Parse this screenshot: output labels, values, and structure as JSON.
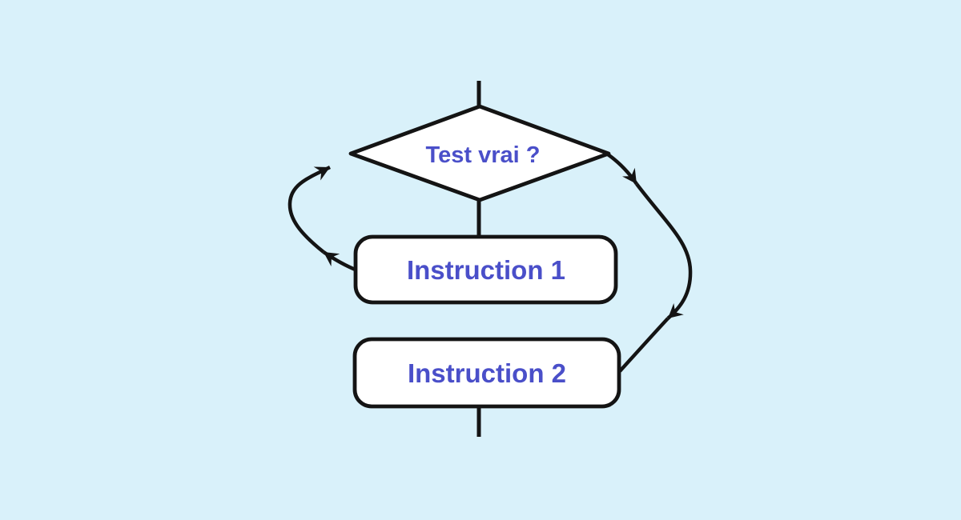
{
  "diagram": {
    "type": "flowchart",
    "language": "fr",
    "nodes": {
      "decision": {
        "label": "Test vrai ?",
        "shape": "diamond"
      },
      "instruction1": {
        "label": "Instruction 1",
        "shape": "rounded-rect"
      },
      "instruction2": {
        "label": "Instruction 2",
        "shape": "rounded-rect"
      }
    },
    "edges": [
      {
        "from": "entry",
        "to": "decision",
        "style": "straight-vertical"
      },
      {
        "from": "decision",
        "to": "instruction1",
        "style": "straight-vertical"
      },
      {
        "from": "instruction1",
        "to": "decision",
        "style": "curved-left-loop-back",
        "arrowheads": 2
      },
      {
        "from": "decision",
        "to": "instruction2",
        "style": "curved-right-bypass",
        "arrowheads": 2
      },
      {
        "from": "instruction2",
        "to": "exit",
        "style": "straight-vertical"
      }
    ],
    "colors": {
      "background": "#d9f1fa",
      "node_fill": "#ffffff",
      "stroke": "#141414",
      "label_blue": "#4a4fc9"
    }
  }
}
